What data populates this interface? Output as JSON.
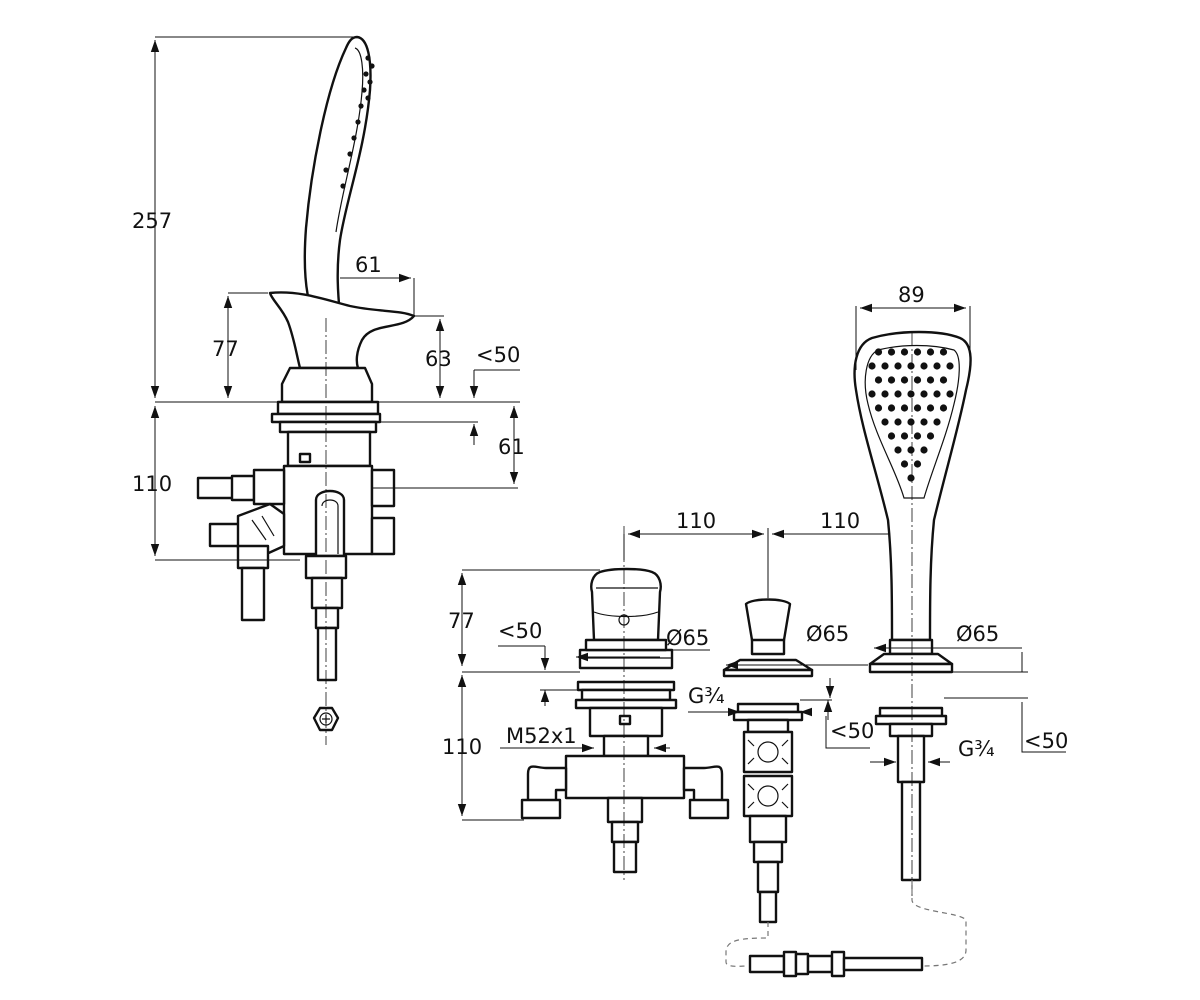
{
  "dimensions": {
    "side_view": {
      "total_height": "257",
      "spout_reach": "61",
      "handle_height": "77",
      "spout_height": "63",
      "deck_thickness": "<50",
      "body_depth": "61",
      "below_deck": "110"
    },
    "front_view": {
      "spacing_1": "110",
      "spacing_2": "110",
      "handset_width": "89",
      "mixer_height": "77",
      "mixer_deck": "<50",
      "mixer_rosette": "Ø65",
      "mixer_below_deck": "110",
      "mixer_thread": "M52x1",
      "diverter_rosette": "Ø65",
      "diverter_thread": "G¾",
      "diverter_deck": "<50",
      "shower_rosette": "Ø65",
      "shower_thread": "G¾",
      "shower_deck": "<50"
    }
  },
  "colors": {
    "line": "#111111",
    "hidden_line": "#777777",
    "background": "#ffffff"
  }
}
